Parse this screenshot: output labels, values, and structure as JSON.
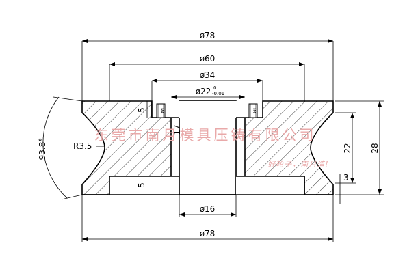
{
  "dimensions": {
    "outer_top": "ø78",
    "hub_outer": "ø60",
    "bolt_circle": "ø34",
    "bore": "ø22",
    "bore_tol_upper": "0",
    "bore_tol_lower": "-0.01",
    "bore_bottom": "ø16",
    "outer_bottom": "ø78",
    "groove_angle": "93.8°",
    "groove_radius": "R3.5",
    "recess_top": "5",
    "recess_bottom": "5",
    "bore_depth": "17",
    "groove_height": "22",
    "total_height": "28",
    "flange_thickness": "3"
  },
  "thread": {
    "left": "M4",
    "right": "M4"
  },
  "watermark": {
    "company": "东莞市南月模具压铸有限公司",
    "slogan": "好轮子，南月造!"
  }
}
